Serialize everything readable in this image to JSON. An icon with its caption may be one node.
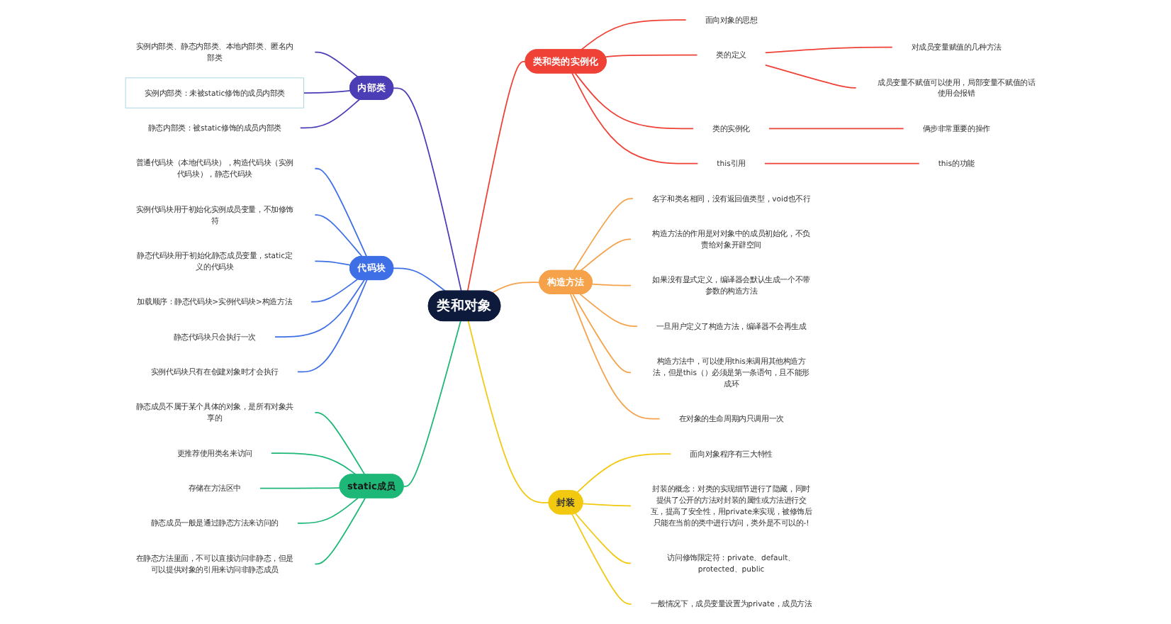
{
  "diagram": {
    "nodes": [
      {
        "text": [
          "类和对象"
        ]
      },
      {
        "text": [
          "类和类的实例化"
        ]
      },
      {
        "text": [
          "面向对象的思想"
        ]
      },
      {
        "text": [
          "类的定义"
        ]
      },
      {
        "text": [
          "对成员变量赋值的几种方法"
        ]
      },
      {
        "text": [
          "成员变量不赋值可以使用，局部变量不赋值的话使用会报错"
        ]
      },
      {
        "text": [
          "类的实例化"
        ]
      },
      {
        "text": [
          "俩步非常重要的操作"
        ]
      },
      {
        "text": [
          "this引用"
        ]
      },
      {
        "text": [
          "this的功能"
        ]
      },
      {
        "text": [
          "构造方法"
        ]
      },
      {
        "text": [
          "名字和类名相同，没有返回值类型，void也不行"
        ]
      },
      {
        "text": [
          "构造方法的作用是对对象中的成员初始化，不负责给对象开辟空间"
        ]
      },
      {
        "text": [
          "如果没有显式定义，编译器会默认生成一个不带参数的构造方法"
        ]
      },
      {
        "text": [
          "一旦用户定义了构造方法，编译器不会再生成"
        ]
      },
      {
        "text": [
          "构造方法中，可以使用this来调用其他构造方法，但是this（）必须是第一条语句，且不能形成环"
        ]
      },
      {
        "text": [
          "在对象的生命周期内只调用一次"
        ]
      },
      {
        "text": [
          "封装"
        ]
      },
      {
        "text": [
          "面向对象程序有三大特性"
        ]
      },
      {
        "text": [
          "封装的概念：对类的实现细节进行了隐藏，同时提供了公开的方法对封装的属性或方法进行交互，提高了安全性，用private来实现，被修饰后只能在当前的类中进行访问，类外是不可以的-!"
        ]
      },
      {
        "text": [
          "访问修饰限定符：private、default、protected、public"
        ]
      },
      {
        "text": [
          "一般情况下，成员变量设置为private，成员方法"
        ]
      },
      {
        "text": [
          "内部类"
        ]
      },
      {
        "text": [
          "实例内部类、静态内部类、本地内部类、匿名内部类"
        ]
      },
      {
        "text": [
          "实例内部类：未被static修饰的成员内部类"
        ]
      },
      {
        "text": [
          "静态内部类：被static修饰的成员内部类"
        ]
      },
      {
        "text": [
          "代码块"
        ]
      },
      {
        "text": [
          "普通代码块（本地代码块），构造代码块（实例代码块），静态代码块"
        ]
      },
      {
        "text": [
          "实例代码块用于初始化实例成员变量，不加修饰符"
        ]
      },
      {
        "text": [
          "静态代码块用于初始化静态成员变量，static定义的代码块"
        ]
      },
      {
        "text": [
          "加载顺序：静态代码块>实例代码块>构造方法"
        ]
      },
      {
        "text": [
          "静态代码块只会执行一次"
        ]
      },
      {
        "text": [
          "实例代码块只有在创建对象时才会执行"
        ]
      },
      {
        "text": [
          "static成员"
        ]
      },
      {
        "text": [
          "静态成员不属于某个具体的对象，是所有对象共享的"
        ]
      },
      {
        "text": [
          "更推荐使用类名来访问"
        ]
      },
      {
        "text": [
          "存储在方法区中"
        ]
      },
      {
        "text": [
          "静态成员一般是通过静态方法来访问的"
        ]
      },
      {
        "text": [
          "在静态方法里面，不可以直接访问非静态，但是可以提供对象的引用来访问非静态成员"
        ]
      }
    ],
    "edges": [
      {
        "from": 0,
        "to": 1,
        "arrow": "none",
        "color": "#ef4136"
      },
      {
        "from": 1,
        "to": 2,
        "arrow": "none",
        "color": "#ef4136"
      },
      {
        "from": 1,
        "to": 3,
        "arrow": "none",
        "color": "#ef4136"
      },
      {
        "from": 3,
        "to": 4,
        "arrow": "none",
        "color": "#ef4136"
      },
      {
        "from": 3,
        "to": 5,
        "arrow": "none",
        "color": "#ef4136"
      },
      {
        "from": 1,
        "to": 6,
        "arrow": "none",
        "color": "#ef4136"
      },
      {
        "from": 6,
        "to": 7,
        "arrow": "none",
        "color": "#ef4136"
      },
      {
        "from": 1,
        "to": 8,
        "arrow": "none",
        "color": "#ef4136"
      },
      {
        "from": 8,
        "to": 9,
        "arrow": "none",
        "color": "#ef4136"
      },
      {
        "from": 0,
        "to": 10,
        "arrow": "none",
        "color": "#f5a24b"
      },
      {
        "from": 10,
        "to": 11,
        "arrow": "none",
        "color": "#f5a24b"
      },
      {
        "from": 10,
        "to": 12,
        "arrow": "none",
        "color": "#f5a24b"
      },
      {
        "from": 10,
        "to": 13,
        "arrow": "none",
        "color": "#f5a24b"
      },
      {
        "from": 10,
        "to": 14,
        "arrow": "none",
        "color": "#f5a24b"
      },
      {
        "from": 10,
        "to": 15,
        "arrow": "none",
        "color": "#f5a24b"
      },
      {
        "from": 10,
        "to": 16,
        "arrow": "none",
        "color": "#f5a24b"
      },
      {
        "from": 0,
        "to": 17,
        "arrow": "none",
        "color": "#f2c811"
      },
      {
        "from": 17,
        "to": 18,
        "arrow": "none",
        "color": "#f2c811"
      },
      {
        "from": 17,
        "to": 19,
        "arrow": "none",
        "color": "#f2c811"
      },
      {
        "from": 17,
        "to": 20,
        "arrow": "none",
        "color": "#f2c811"
      },
      {
        "from": 17,
        "to": 21,
        "arrow": "none",
        "color": "#f2c811"
      },
      {
        "from": 22,
        "to": 0,
        "arrow": "none",
        "color": "#4b3db5"
      },
      {
        "from": 23,
        "to": 22,
        "arrow": "none",
        "color": "#4b3db5"
      },
      {
        "from": 24,
        "to": 22,
        "arrow": "none",
        "color": "#4b3db5"
      },
      {
        "from": 25,
        "to": 22,
        "arrow": "none",
        "color": "#4b3db5"
      },
      {
        "from": 26,
        "to": 0,
        "arrow": "none",
        "color": "#3f6fe6"
      },
      {
        "from": 27,
        "to": 26,
        "arrow": "none",
        "color": "#3f6fe6"
      },
      {
        "from": 28,
        "to": 26,
        "arrow": "none",
        "color": "#3f6fe6"
      },
      {
        "from": 29,
        "to": 26,
        "arrow": "none",
        "color": "#3f6fe6"
      },
      {
        "from": 30,
        "to": 26,
        "arrow": "none",
        "color": "#3f6fe6"
      },
      {
        "from": 31,
        "to": 26,
        "arrow": "none",
        "color": "#3f6fe6"
      },
      {
        "from": 32,
        "to": 26,
        "arrow": "none",
        "color": "#3f6fe6"
      },
      {
        "from": 33,
        "to": 0,
        "arrow": "none",
        "color": "#1db877"
      },
      {
        "from": 34,
        "to": 33,
        "arrow": "none",
        "color": "#1db877"
      },
      {
        "from": 35,
        "to": 33,
        "arrow": "none",
        "color": "#1db877"
      },
      {
        "from": 36,
        "to": 33,
        "arrow": "none",
        "color": "#1db877"
      },
      {
        "from": 37,
        "to": 33,
        "arrow": "none",
        "color": "#1db877"
      },
      {
        "from": 38,
        "to": 33,
        "arrow": "none",
        "color": "#1db877"
      }
    ]
  }
}
